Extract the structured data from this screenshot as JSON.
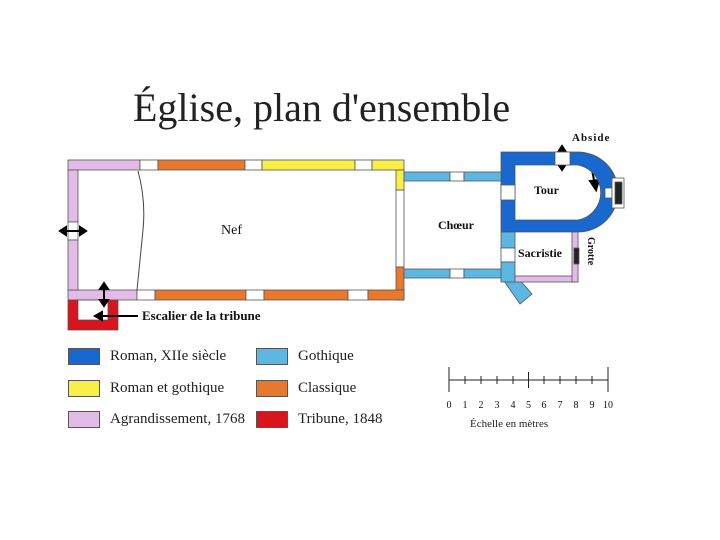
{
  "title": "Église, plan d'ensemble",
  "labels": {
    "nef": "Nef",
    "choeur": "Chœur",
    "tour": "Tour",
    "abside": "Abside",
    "sacristie": "Sacristie",
    "grotte": "Grotte",
    "escalier": "Escalier de la tribune"
  },
  "colors": {
    "roman": "#1868d0",
    "roman_gothique": "#f8f048",
    "agrandissement": "#e2bce6",
    "gothique": "#5cb8e2",
    "classique": "#e8782c",
    "tribune": "#d8141c"
  },
  "legend": [
    {
      "label": "Roman, XIIe siècle",
      "color": "#1868d0"
    },
    {
      "label": "Roman et gothique",
      "color": "#f8f048"
    },
    {
      "label": "Agrandissement, 1768",
      "color": "#e2bce6"
    },
    {
      "label": "Gothique",
      "color": "#5cb8e2"
    },
    {
      "label": "Classique",
      "color": "#e8782c"
    },
    {
      "label": "Tribune, 1848",
      "color": "#d8141c"
    }
  ],
  "scale": {
    "ticks": [
      "0",
      "1",
      "2",
      "3",
      "4",
      "5",
      "6",
      "7",
      "8",
      "9",
      "10"
    ],
    "caption": "Échelle en mètres"
  }
}
